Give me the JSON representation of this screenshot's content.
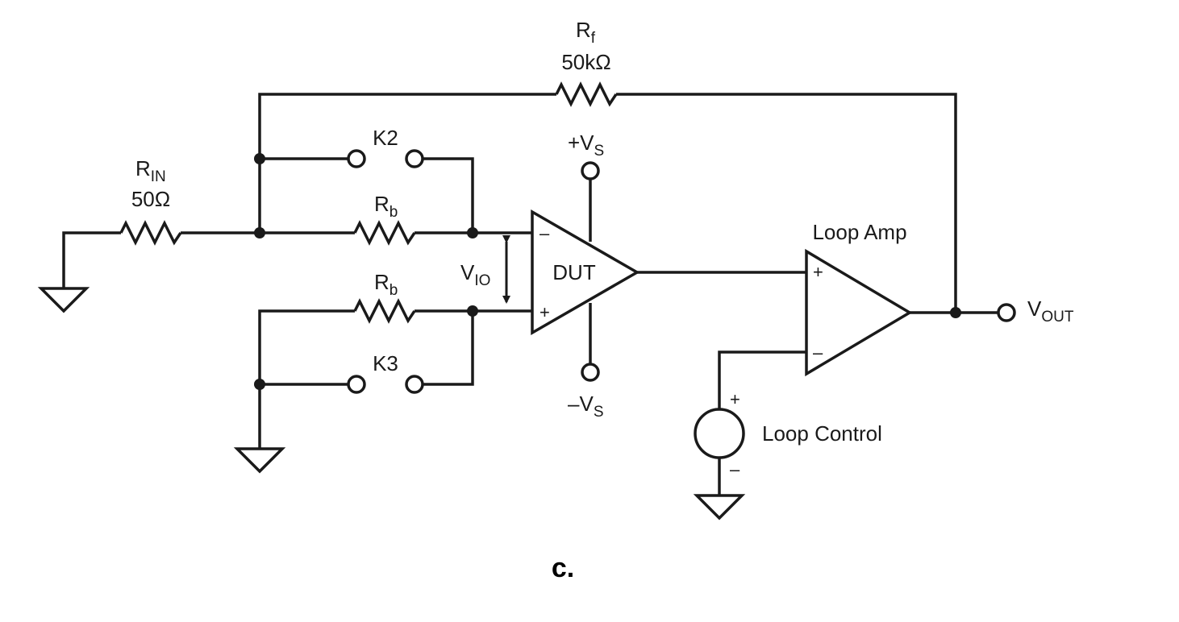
{
  "figure": {
    "caption": "c."
  },
  "components": {
    "rf": {
      "name": "R",
      "sub": "f",
      "value": "50kΩ"
    },
    "rin": {
      "name": "R",
      "sub": "IN",
      "value": "50Ω"
    },
    "rb_top": {
      "name": "R",
      "sub": "b"
    },
    "rb_bottom": {
      "name": "R",
      "sub": "b"
    },
    "k2": {
      "label": "K2"
    },
    "k3": {
      "label": "K3"
    },
    "dut": {
      "label": "DUT",
      "inverting_pin": "–",
      "noninverting_pin": "+"
    },
    "loop_amp": {
      "label": "Loop Amp",
      "noninverting_pin": "+",
      "inverting_pin": "–"
    },
    "loop_control": {
      "label": "Loop Control",
      "plus": "+",
      "minus": "–"
    },
    "vio": {
      "name": "V",
      "sub": "IO"
    }
  },
  "supplies": {
    "pos": {
      "prefix": "+V",
      "sub": "S"
    },
    "neg": {
      "prefix": "–V",
      "sub": "S"
    }
  },
  "output": {
    "name": "V",
    "sub": "OUT"
  }
}
